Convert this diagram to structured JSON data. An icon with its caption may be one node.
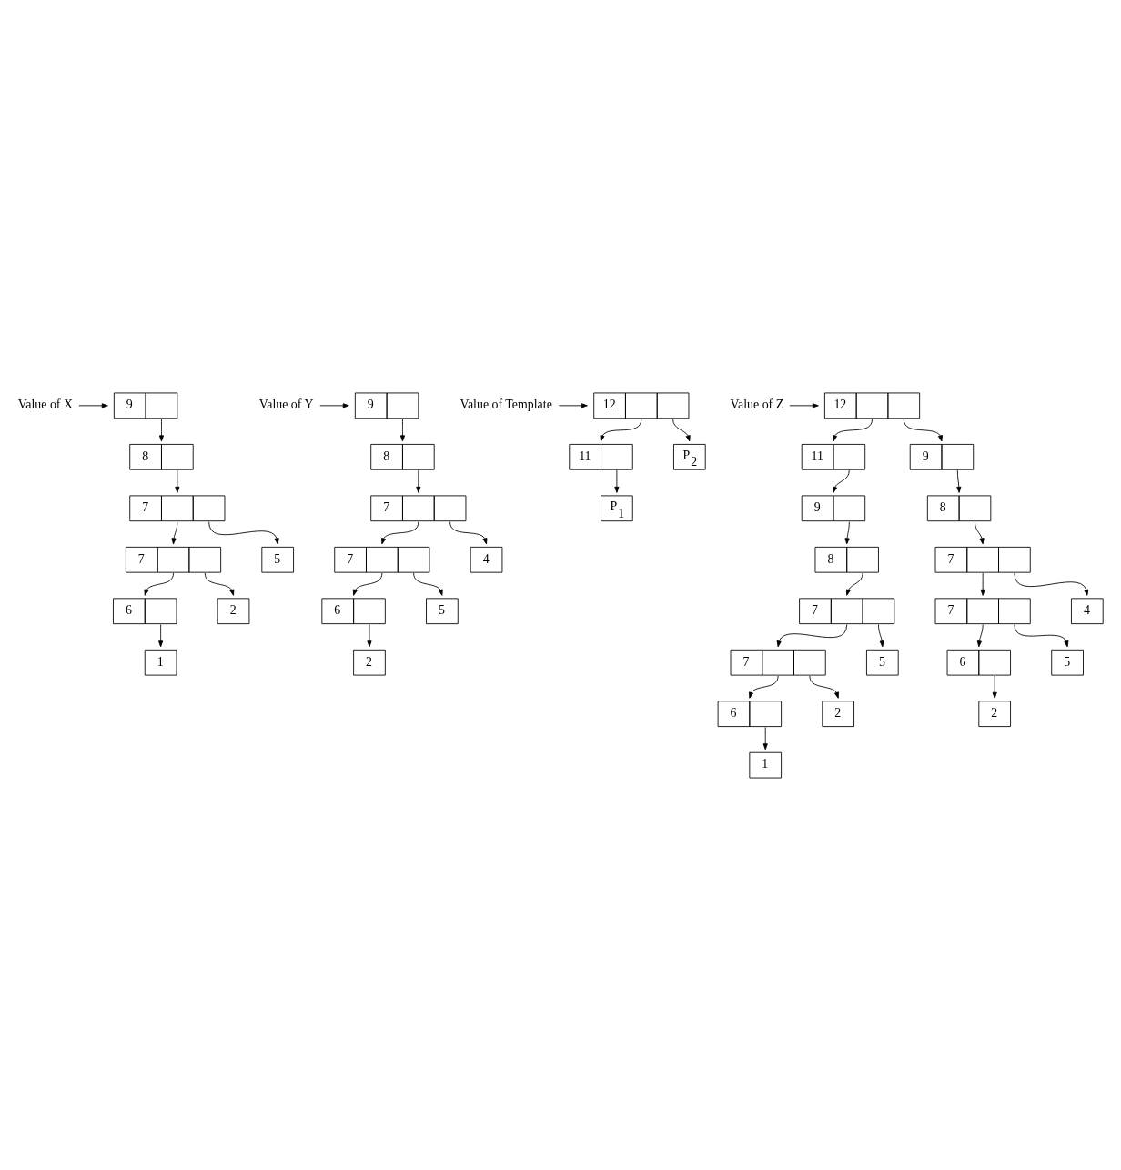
{
  "diagram": {
    "nodes": [
      {
        "text": [
          "Value of X"
        ]
      },
      {
        "text": [
          "9"
        ]
      },
      {
        "text": [
          "8"
        ]
      },
      {
        "text": [
          "7"
        ]
      },
      {
        "text": [
          "7"
        ]
      },
      {
        "text": [
          "5"
        ]
      },
      {
        "text": [
          "6"
        ]
      },
      {
        "text": [
          "2"
        ]
      },
      {
        "text": [
          "1"
        ]
      },
      {
        "text": [
          "Value of Y"
        ]
      },
      {
        "text": [
          "9"
        ]
      },
      {
        "text": [
          "8"
        ]
      },
      {
        "text": [
          "7"
        ]
      },
      {
        "text": [
          "7"
        ]
      },
      {
        "text": [
          "4"
        ]
      },
      {
        "text": [
          "6"
        ]
      },
      {
        "text": [
          "5"
        ]
      },
      {
        "text": [
          "2"
        ]
      },
      {
        "text": [
          "Value of Template"
        ]
      },
      {
        "text": [
          "12"
        ]
      },
      {
        "text": [
          "11"
        ]
      },
      {
        "text": [
          "P$_{2}$"
        ]
      },
      {
        "text": [
          "P$_{1}$"
        ]
      },
      {
        "text": [
          "Value of Z"
        ]
      },
      {
        "text": [
          "12"
        ]
      },
      {
        "text": [
          "11"
        ]
      },
      {
        "text": [
          "9"
        ]
      },
      {
        "text": [
          "9"
        ]
      },
      {
        "text": [
          "8"
        ]
      },
      {
        "text": [
          "8"
        ]
      },
      {
        "text": [
          "7"
        ]
      },
      {
        "text": [
          "7"
        ]
      },
      {
        "text": [
          "7"
        ]
      },
      {
        "text": [
          "4"
        ]
      },
      {
        "text": [
          "7"
        ]
      },
      {
        "text": [
          "5"
        ]
      },
      {
        "text": [
          "6"
        ]
      },
      {
        "text": [
          "5"
        ]
      },
      {
        "text": [
          "6"
        ]
      },
      {
        "text": [
          "2"
        ]
      },
      {
        "text": [
          "2"
        ]
      },
      {
        "text": [
          "1"
        ]
      }
    ],
    "edges": [
      {
        "from": 0,
        "to": 1,
        "arrow": "to"
      },
      {
        "from": 1,
        "to": 2,
        "arrow": "to"
      },
      {
        "from": 2,
        "to": 3,
        "arrow": "to"
      },
      {
        "from": 3,
        "to": 4,
        "arrow": "to"
      },
      {
        "from": 3,
        "to": 5,
        "arrow": "to"
      },
      {
        "from": 4,
        "to": 6,
        "arrow": "to"
      },
      {
        "from": 4,
        "to": 7,
        "arrow": "to"
      },
      {
        "from": 6,
        "to": 8,
        "arrow": "to"
      },
      {
        "from": 9,
        "to": 10,
        "arrow": "to"
      },
      {
        "from": 10,
        "to": 11,
        "arrow": "to"
      },
      {
        "from": 11,
        "to": 12,
        "arrow": "to"
      },
      {
        "from": 12,
        "to": 13,
        "arrow": "to"
      },
      {
        "from": 12,
        "to": 14,
        "arrow": "to"
      },
      {
        "from": 13,
        "to": 15,
        "arrow": "to"
      },
      {
        "from": 13,
        "to": 16,
        "arrow": "to"
      },
      {
        "from": 15,
        "to": 17,
        "arrow": "to"
      },
      {
        "from": 18,
        "to": 19,
        "arrow": "to"
      },
      {
        "from": 19,
        "to": 20,
        "arrow": "to"
      },
      {
        "from": 19,
        "to": 21,
        "arrow": "to"
      },
      {
        "from": 20,
        "to": 22,
        "arrow": "to"
      },
      {
        "from": 23,
        "to": 24,
        "arrow": "to"
      },
      {
        "from": 24,
        "to": 25,
        "arrow": "to"
      },
      {
        "from": 24,
        "to": 26,
        "arrow": "to"
      },
      {
        "from": 25,
        "to": 27,
        "arrow": "to"
      },
      {
        "from": 27,
        "to": 29,
        "arrow": "to"
      },
      {
        "from": 29,
        "to": 31,
        "arrow": "to"
      },
      {
        "from": 31,
        "to": 34,
        "arrow": "to"
      },
      {
        "from": 31,
        "to": 35,
        "arrow": "to"
      },
      {
        "from": 34,
        "to": 38,
        "arrow": "to"
      },
      {
        "from": 34,
        "to": 39,
        "arrow": "to"
      },
      {
        "from": 38,
        "to": 41,
        "arrow": "to"
      },
      {
        "from": 26,
        "to": 28,
        "arrow": "to"
      },
      {
        "from": 28,
        "to": 30,
        "arrow": "to"
      },
      {
        "from": 30,
        "to": 32,
        "arrow": "to"
      },
      {
        "from": 30,
        "to": 33,
        "arrow": "to"
      },
      {
        "from": 32,
        "to": 36,
        "arrow": "to"
      },
      {
        "from": 32,
        "to": 37,
        "arrow": "to"
      },
      {
        "from": 36,
        "to": 40,
        "arrow": "to"
      }
    ]
  }
}
